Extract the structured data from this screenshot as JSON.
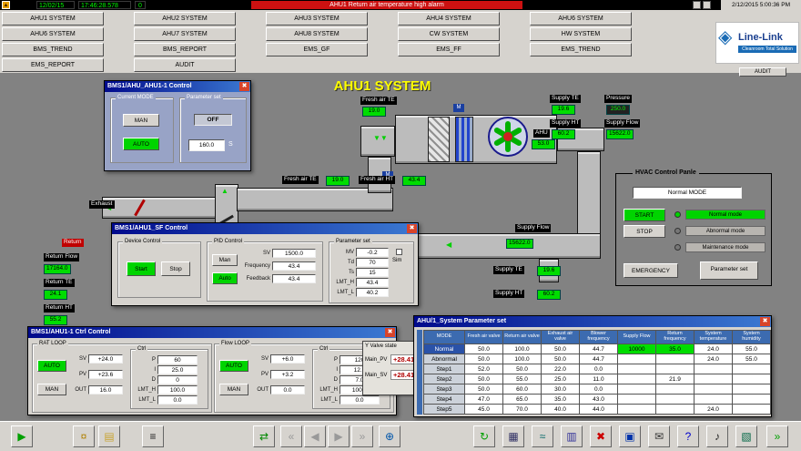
{
  "top_bar": {
    "date": "12/02/15",
    "time": "17:46:28.578",
    "counter": "0",
    "alarm_message": "AHU1 Return air temperature high alarm",
    "datetime": "2/12/2015 5:00:36 PM"
  },
  "nav": {
    "buttons": [
      [
        "AHU1 SYSTEM",
        "AHU2 SYSTEM",
        "AHU3 SYSTEM",
        "AHU4 SYSTEM",
        "AHU6 SYSTEM"
      ],
      [
        "AHU6 SYSTEM",
        "AHU7 SYSTEM",
        "AHU8 SYSTEM",
        "CW SYSTEM",
        "HW SYSTEM"
      ],
      [
        "BMS_TREND",
        "BMS_REPORT",
        "EMS_GF",
        "EMS_FF",
        "EMS_TREND"
      ],
      [
        "EMS_REPORT",
        "AUDIT"
      ]
    ],
    "audit_small": "AUDIT",
    "logo": {
      "brand": "Line-Link",
      "tagline": "Cleanroom Total Solution"
    }
  },
  "screen": {
    "title": "AHU1 SYSTEM",
    "sensors": {
      "fresh_te": {
        "label": "Fresh air TE",
        "value": "19.0"
      },
      "supply_te_top": {
        "label": "Supply TE",
        "value": "19.6"
      },
      "pressure": {
        "label": "Pressure",
        "value": "250.0"
      },
      "supply_ht_top": {
        "label": "Supply HT",
        "value": "60.2"
      },
      "supply_flow_top": {
        "label": "Supply Flow",
        "value": "15622.0"
      },
      "mid_fresh_te": {
        "label": "Fresh air TE",
        "value": "19.0"
      },
      "mid_fresh_ht": {
        "label": "Fresh air HT",
        "value": "43.4"
      },
      "supply_flow_mid": {
        "label": "Supply Flow",
        "value": "15622.0"
      },
      "supply_te_out": {
        "label": "Supply TE",
        "value": "19.6"
      },
      "supply_ht_out": {
        "label": "Supply HT",
        "value": "60.2"
      },
      "exhaust": {
        "label": "Exhaust"
      },
      "return_box": {
        "label": "Return"
      },
      "return_flow": {
        "label": "Return Flow",
        "value": "17164.0"
      },
      "return_te": {
        "label": "Return TE",
        "value": "24.1"
      },
      "return_ht": {
        "label": "Return HT",
        "value": "55.2"
      },
      "fan": {
        "label": "AHU",
        "value": "53.0"
      }
    }
  },
  "hvac_panel": {
    "title": "HVAC Control Panle",
    "mode_display": "Normal MODE",
    "start": "START",
    "stop": "STOP",
    "emergency": "EMERGENCY",
    "parameter_set": "Parameter set",
    "indicators": [
      "Normal mode",
      "Abnormal mode",
      "Maintenance mode"
    ]
  },
  "dialog_mode": {
    "title": "BMS1/AHU_AHU1-1 Control",
    "group_mode": "Current MODE",
    "group_param": "Parameter set",
    "man": "MAN",
    "auto": "AUTO",
    "status": "OFF",
    "setpoint": "160.0",
    "unit": "S"
  },
  "dialog_sf": {
    "title": "BMS1/AHU1_SF Control",
    "group_device": "Device Control",
    "start": "Start",
    "stop": "Stop",
    "group_pid": "PID Control",
    "man": "Man",
    "auto": "Auto",
    "fields": [
      {
        "label": "SV",
        "value": "1500.0"
      },
      {
        "label": "Frequency",
        "value": "43.4"
      },
      {
        "label": "Feedback",
        "value": "43.4"
      }
    ],
    "group_param": "Parameter set",
    "params": [
      {
        "label": "MV",
        "value": "-0.2"
      },
      {
        "label": "Td",
        "value": "70"
      },
      {
        "label": "Ts",
        "value": "15"
      },
      {
        "label": "LMT_H",
        "value": "43.4"
      },
      {
        "label": "LMT_L",
        "value": "40.2"
      }
    ],
    "sim": "Sim"
  },
  "dialog_ctrl": {
    "title": "BMS1/AHU1-1 Ctrl Control",
    "loops": [
      {
        "name": "RAT LOOP",
        "auto": "AUTO",
        "man": "MAN",
        "ctrl": "Ctrl",
        "fields": [
          {
            "label": "SV",
            "value": "+24.0"
          },
          {
            "label": "PV",
            "value": "+23.6"
          },
          {
            "label": "OUT",
            "value": "16.0"
          }
        ],
        "pid": [
          {
            "label": "P",
            "value": "60"
          },
          {
            "label": "I",
            "value": "25.0"
          },
          {
            "label": "D",
            "value": "0"
          },
          {
            "label": "LMT_H",
            "value": "100.0"
          },
          {
            "label": "LMT_L",
            "value": "0.0"
          }
        ]
      },
      {
        "name": "Flow LOOP",
        "auto": "AUTO",
        "man": "MAN",
        "ctrl": "Ctrl",
        "fields": [
          {
            "label": "SV",
            "value": "+6.0"
          },
          {
            "label": "PV",
            "value": "+3.2"
          },
          {
            "label": "OUT",
            "value": "0.0"
          }
        ],
        "pid": [
          {
            "label": "P",
            "value": "120"
          },
          {
            "label": "I",
            "value": "12.0"
          },
          {
            "label": "D",
            "value": "7.0"
          },
          {
            "label": "LMT_H",
            "value": "100.0"
          },
          {
            "label": "LMT_L",
            "value": "0.0"
          }
        ]
      }
    ]
  },
  "valve_panel": {
    "title": "Y Valve state",
    "rows": [
      {
        "label": "Main_PV",
        "value": "+28.41"
      },
      {
        "label": "Main_SV",
        "value": "+28.41"
      }
    ]
  },
  "param_table": {
    "title": "AHU/1_System Parameter set",
    "columns": [
      "MODE",
      "Fresh air valve",
      "Return air valve",
      "Exhaust air valve",
      "Blower frequency",
      "Supply Flow",
      "Return frequency",
      "System temperature",
      "System humidity"
    ],
    "rows": [
      {
        "mode": "Normal",
        "values": [
          "50.0",
          "100.0",
          "50.0",
          "44.7",
          "10000",
          "35.0",
          "24.0",
          "55.0"
        ]
      },
      {
        "mode": "Abnormal",
        "values": [
          "50.0",
          "100.0",
          "50.0",
          "44.7",
          "",
          "",
          "24.0",
          "55.0"
        ]
      },
      {
        "mode": "Step1",
        "values": [
          "52.0",
          "50.0",
          "22.0",
          "0.0",
          "",
          "",
          "",
          ""
        ]
      },
      {
        "mode": "Step2",
        "values": [
          "50.0",
          "55.0",
          "25.0",
          "11.0",
          "",
          "21.9",
          "",
          ""
        ]
      },
      {
        "mode": "Step3",
        "values": [
          "50.0",
          "60.0",
          "30.0",
          "0.0",
          "",
          "",
          "",
          ""
        ]
      },
      {
        "mode": "Step4",
        "values": [
          "47.0",
          "65.0",
          "35.0",
          "43.0",
          "",
          "",
          "",
          ""
        ]
      },
      {
        "mode": "Step5",
        "values": [
          "45.0",
          "70.0",
          "40.0",
          "44.0",
          "",
          "",
          "24.0",
          ""
        ]
      }
    ]
  },
  "toolbar": {
    "icons": [
      {
        "name": "run-icon",
        "glyph": "▶",
        "color": "#00a000"
      },
      {
        "name": "key-icon",
        "glyph": "¤",
        "color": "#b08000"
      },
      {
        "name": "copy-icon",
        "glyph": "▤",
        "color": "#c8a432"
      },
      {
        "name": "report-icon",
        "glyph": "≡",
        "color": "#222222"
      },
      {
        "name": "export-icon",
        "glyph": "⇄",
        "color": "#008800"
      },
      {
        "name": "first-page-icon",
        "glyph": "«",
        "color": "#999999"
      },
      {
        "name": "prev-page-icon",
        "glyph": "◀",
        "color": "#999999"
      },
      {
        "name": "next-page-icon",
        "glyph": "▶",
        "color": "#999999"
      },
      {
        "name": "last-page-icon",
        "glyph": "»",
        "color": "#999999"
      },
      {
        "name": "world-icon",
        "glyph": "⊕",
        "color": "#0055aa"
      },
      {
        "name": "refresh-icon",
        "glyph": "↻",
        "color": "#00a000"
      },
      {
        "name": "print-icon",
        "glyph": "▦",
        "color": "#333366"
      },
      {
        "name": "trend-icon",
        "glyph": "≈",
        "color": "#006666"
      },
      {
        "name": "layers-icon",
        "glyph": "▥",
        "color": "#333399"
      },
      {
        "name": "close-icon",
        "glyph": "✖",
        "color": "#cc0000"
      },
      {
        "name": "save-icon",
        "glyph": "▣",
        "color": "#0033aa"
      },
      {
        "name": "mail-icon",
        "glyph": "✉",
        "color": "#333333"
      },
      {
        "name": "help-icon",
        "glyph": "?",
        "color": "#0000cc"
      },
      {
        "name": "sound-icon",
        "glyph": "♪",
        "color": "#222222"
      },
      {
        "name": "chart-icon",
        "glyph": "▧",
        "color": "#006644"
      },
      {
        "name": "exit-icon",
        "glyph": "»",
        "color": "#00a000"
      }
    ]
  }
}
